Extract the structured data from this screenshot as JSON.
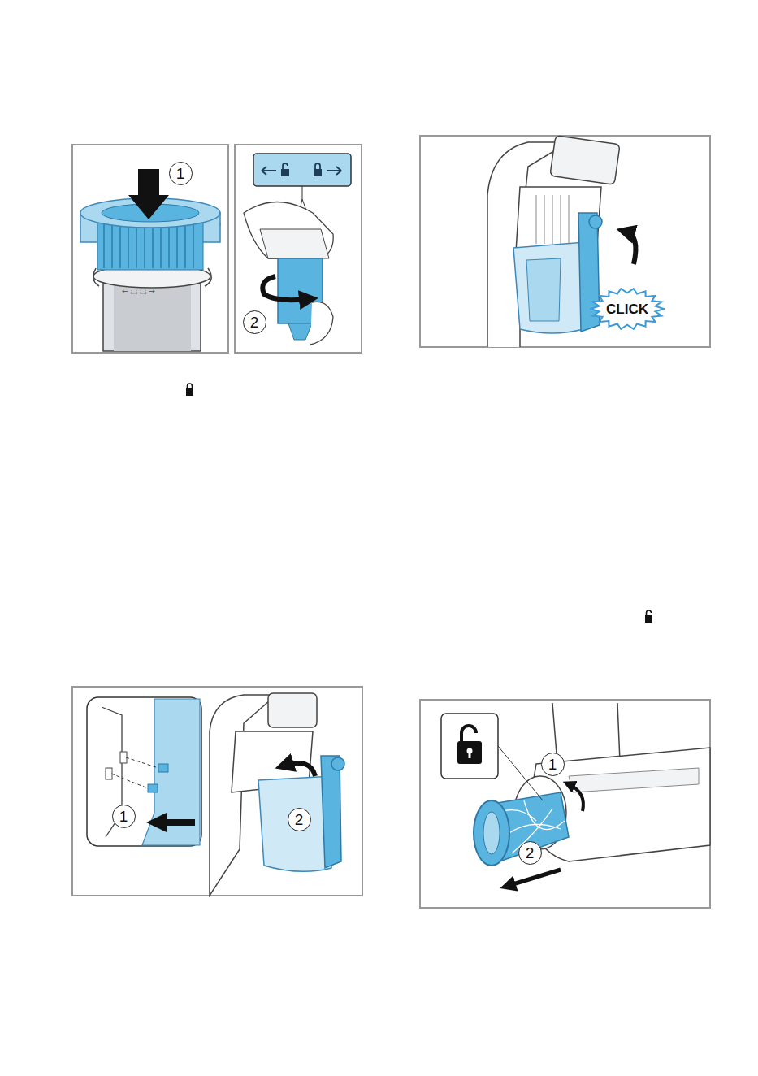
{
  "diagram": {
    "nodes": [
      {
        "text": [
          "1"
        ]
      },
      {
        "text": [
          "2"
        ]
      },
      {
        "text": [
          "CLICK"
        ]
      },
      {
        "text": [
          "1"
        ]
      },
      {
        "text": [
          "2"
        ]
      },
      {
        "text": [
          "1"
        ]
      },
      {
        "text": [
          "2"
        ]
      }
    ]
  }
}
